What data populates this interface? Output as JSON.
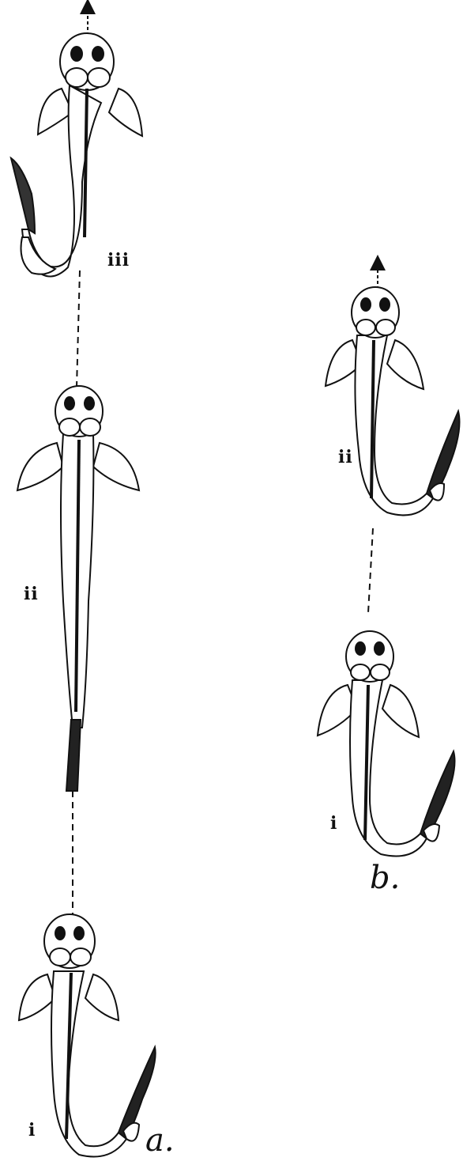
{
  "colors": {
    "ink": "#111111",
    "paper": "#ffffff"
  },
  "series_a": {
    "label": "a.",
    "stages": [
      {
        "id": "iii",
        "label": "iii"
      },
      {
        "id": "ii",
        "label": "ii"
      },
      {
        "id": "i",
        "label": "i"
      }
    ]
  },
  "series_b": {
    "label": "b.",
    "stages": [
      {
        "id": "ii",
        "label": "ii"
      },
      {
        "id": "i",
        "label": "i"
      }
    ]
  }
}
